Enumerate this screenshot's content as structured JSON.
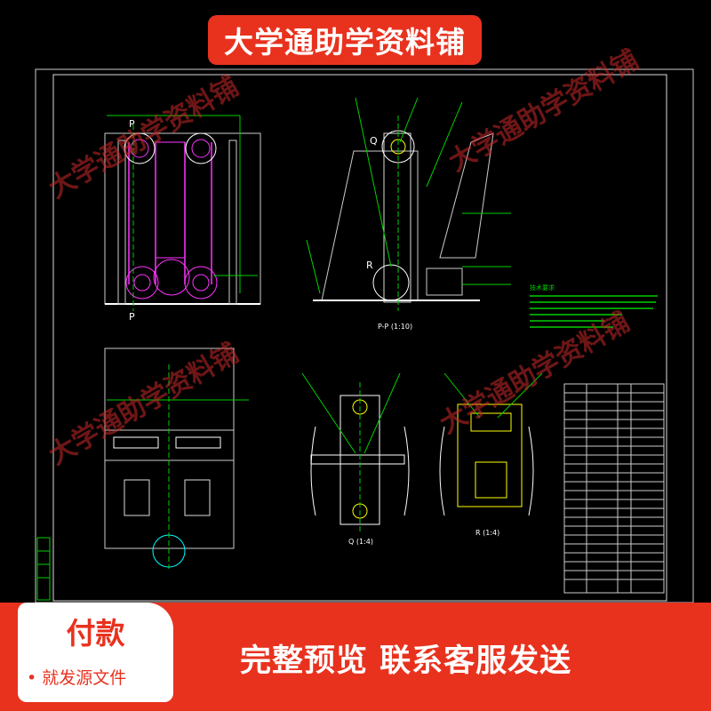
{
  "banner": {
    "shop_name": "大学通助学资料铺"
  },
  "watermark": {
    "text": "大学通助学资料铺"
  },
  "drawing": {
    "section_label_top": "P-P (1:10)",
    "section_label_q": "Q (1:4)",
    "section_label_r": "R (1:4)",
    "mark_p": "P",
    "mark_q": "Q",
    "mark_r": "R",
    "notes_title": "技术要求"
  },
  "payment": {
    "title": "付款",
    "subtitle": "• 就发源文件"
  },
  "cta": {
    "text": "完整预览  联系客服发送"
  },
  "colors": {
    "accent": "#e8321e",
    "cad_bg": "#000000",
    "cad_line": "#ffffff",
    "cad_green": "#00d000",
    "cad_magenta": "#ff33ff",
    "cad_yellow": "#ffff00"
  }
}
